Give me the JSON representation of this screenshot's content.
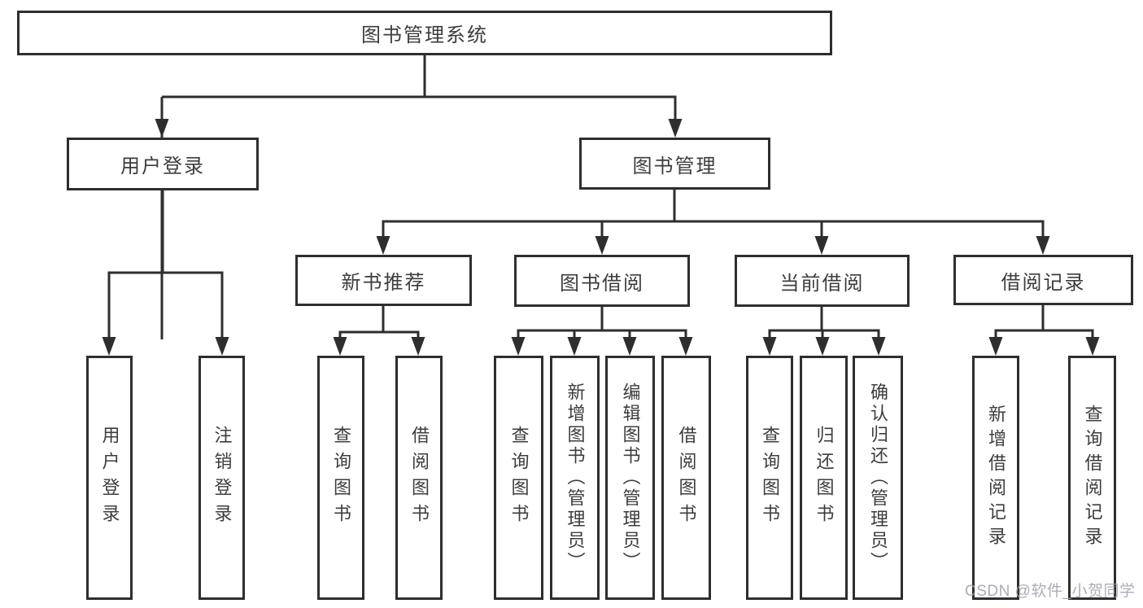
{
  "colors": {
    "stroke": "#2e2e2e",
    "text": "#3d3d3d",
    "background": "#ffffff",
    "watermark": "#9ba0aa"
  },
  "watermark": {
    "text": "CSDN @软件_小贺同学"
  },
  "diagram": {
    "root": {
      "label": "图书管理系统"
    },
    "branches": [
      {
        "label": "用户登录",
        "children": [
          {
            "label": "用户登录"
          },
          {
            "label": "注销登录"
          }
        ]
      },
      {
        "label": "图书管理",
        "children": [
          {
            "label": "新书推荐",
            "children": [
              {
                "label": "查询图书"
              },
              {
                "label": "借阅图书"
              }
            ]
          },
          {
            "label": "图书借阅",
            "children": [
              {
                "label": "查询图书"
              },
              {
                "label": "新增图书（管理员）"
              },
              {
                "label": "编辑图书（管理员）"
              },
              {
                "label": "借阅图书"
              }
            ]
          },
          {
            "label": "当前借阅",
            "children": [
              {
                "label": "查询图书"
              },
              {
                "label": "归还图书"
              },
              {
                "label": "确认归还（管理员）"
              }
            ]
          },
          {
            "label": "借阅记录",
            "children": [
              {
                "label": "新增借阅记录"
              },
              {
                "label": "查询借阅记录"
              }
            ]
          }
        ]
      }
    ]
  }
}
